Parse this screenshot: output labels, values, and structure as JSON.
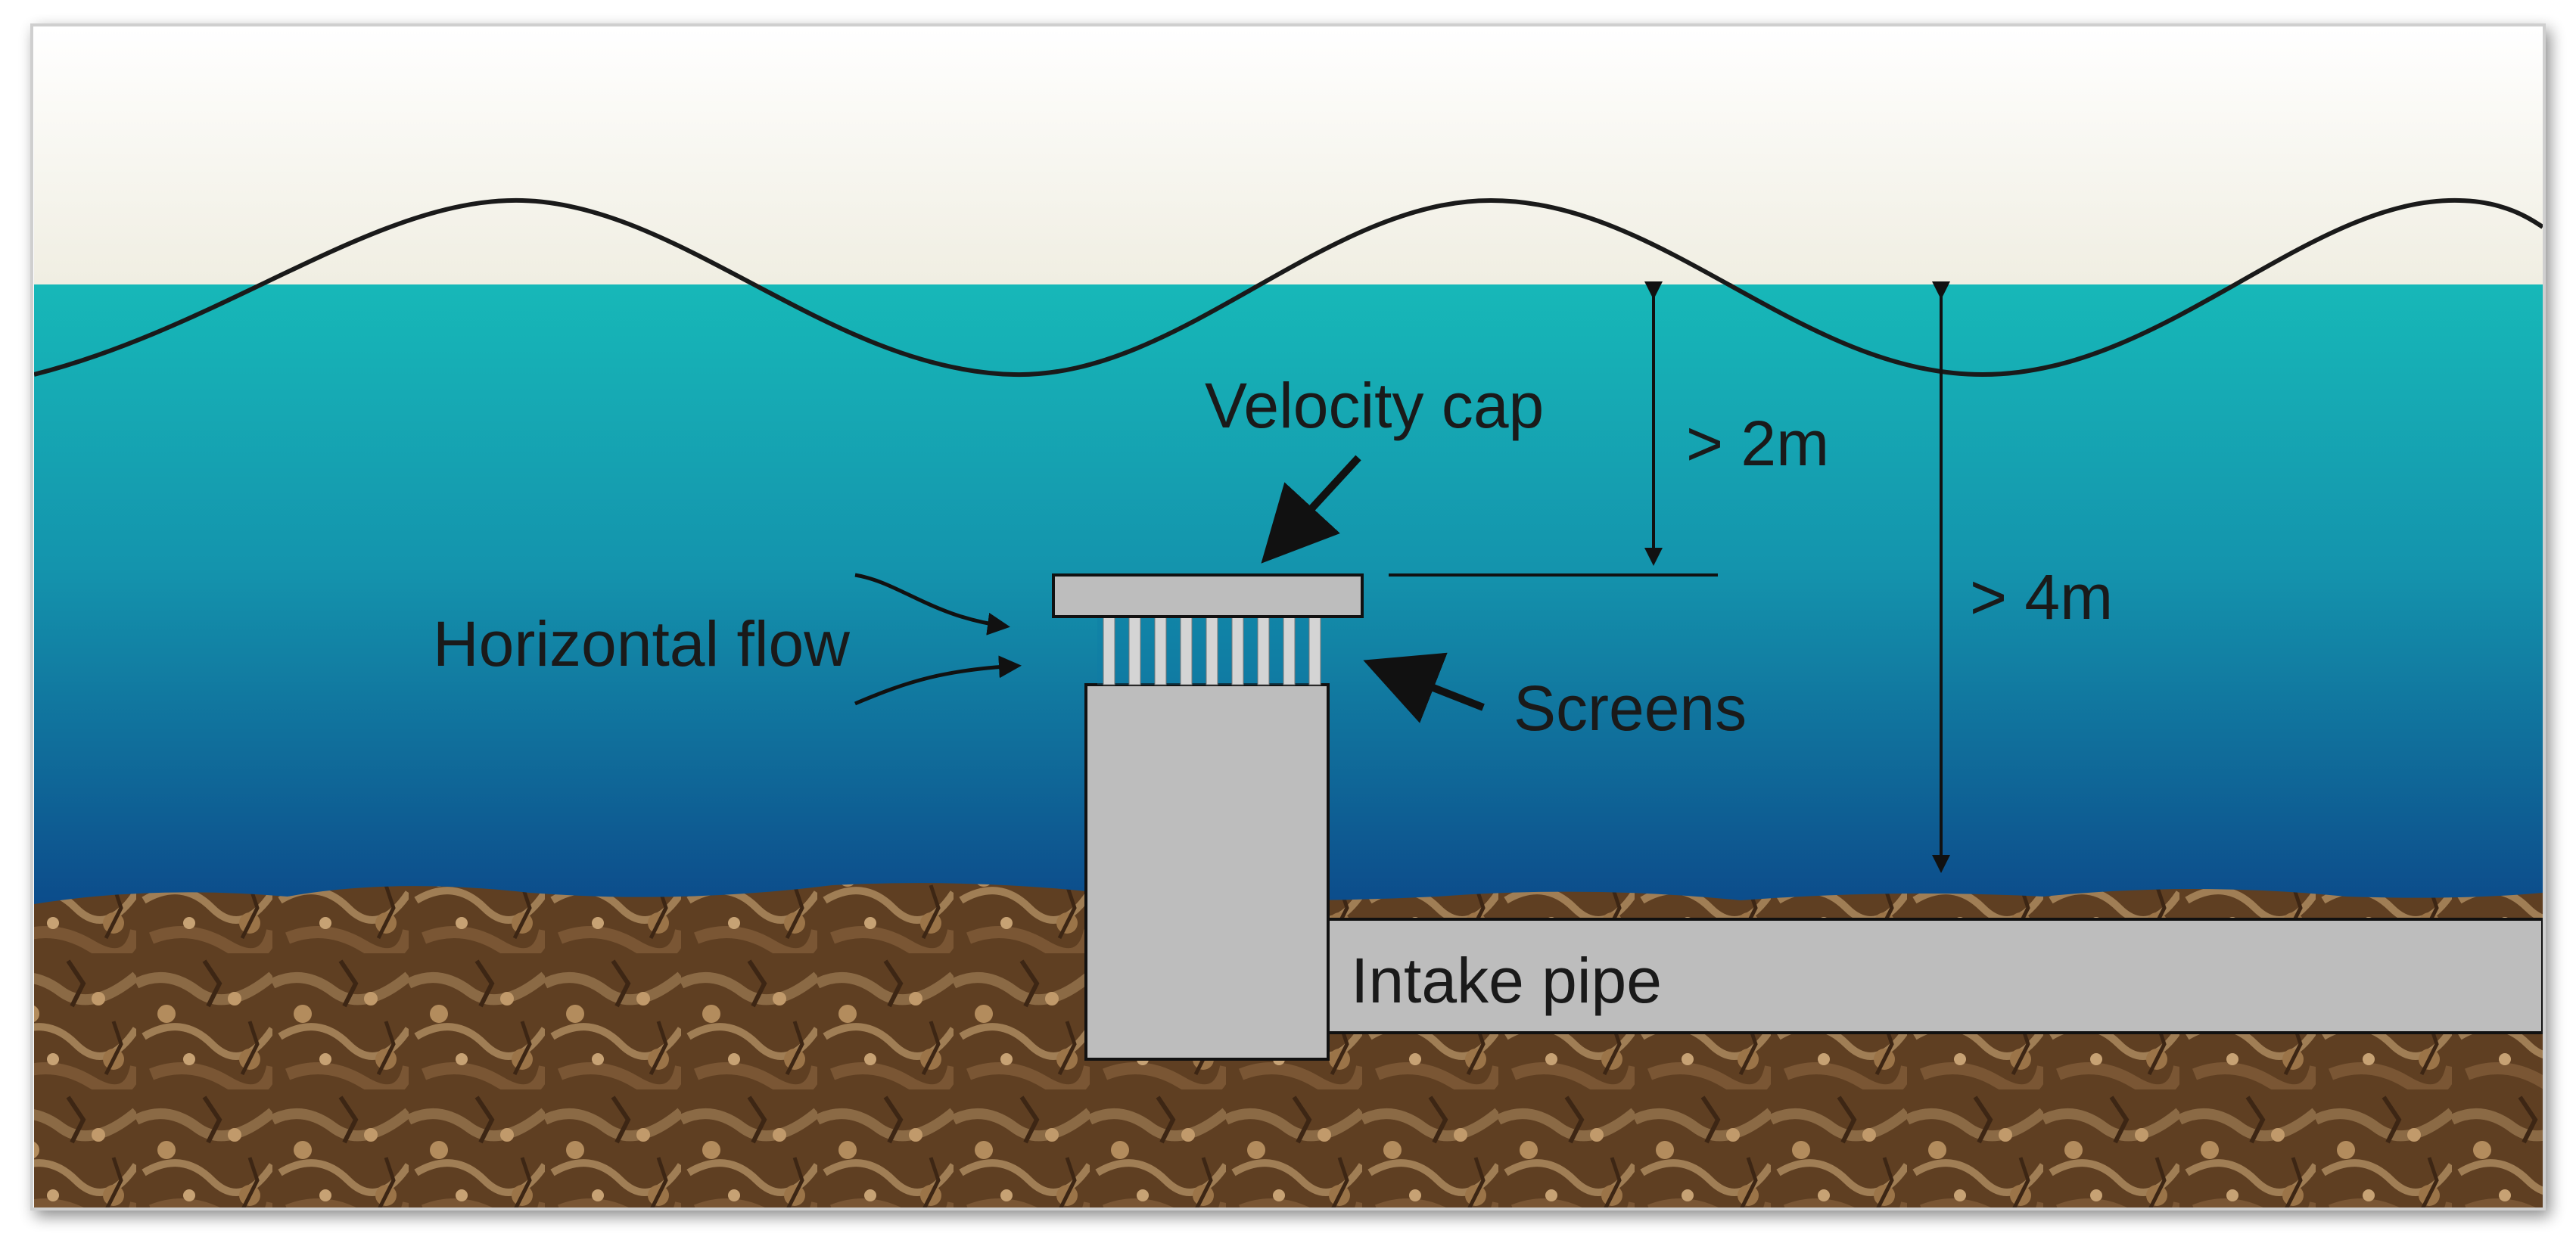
{
  "diagram": {
    "labels": {
      "velocity_cap": "Velocity cap",
      "depth_cap": "> 2m",
      "depth_total": "> 4m",
      "horizontal_flow": "Horizontal flow",
      "screens": "Screens",
      "intake_pipe": "Intake pipe"
    },
    "colors": {
      "sky": "#f3f1e8",
      "water_top": "#17b8b8",
      "water_bottom": "#0d4d8c",
      "seabed": "#6b4a2a",
      "structure": "#bdbdbd",
      "outline": "#111111"
    }
  }
}
